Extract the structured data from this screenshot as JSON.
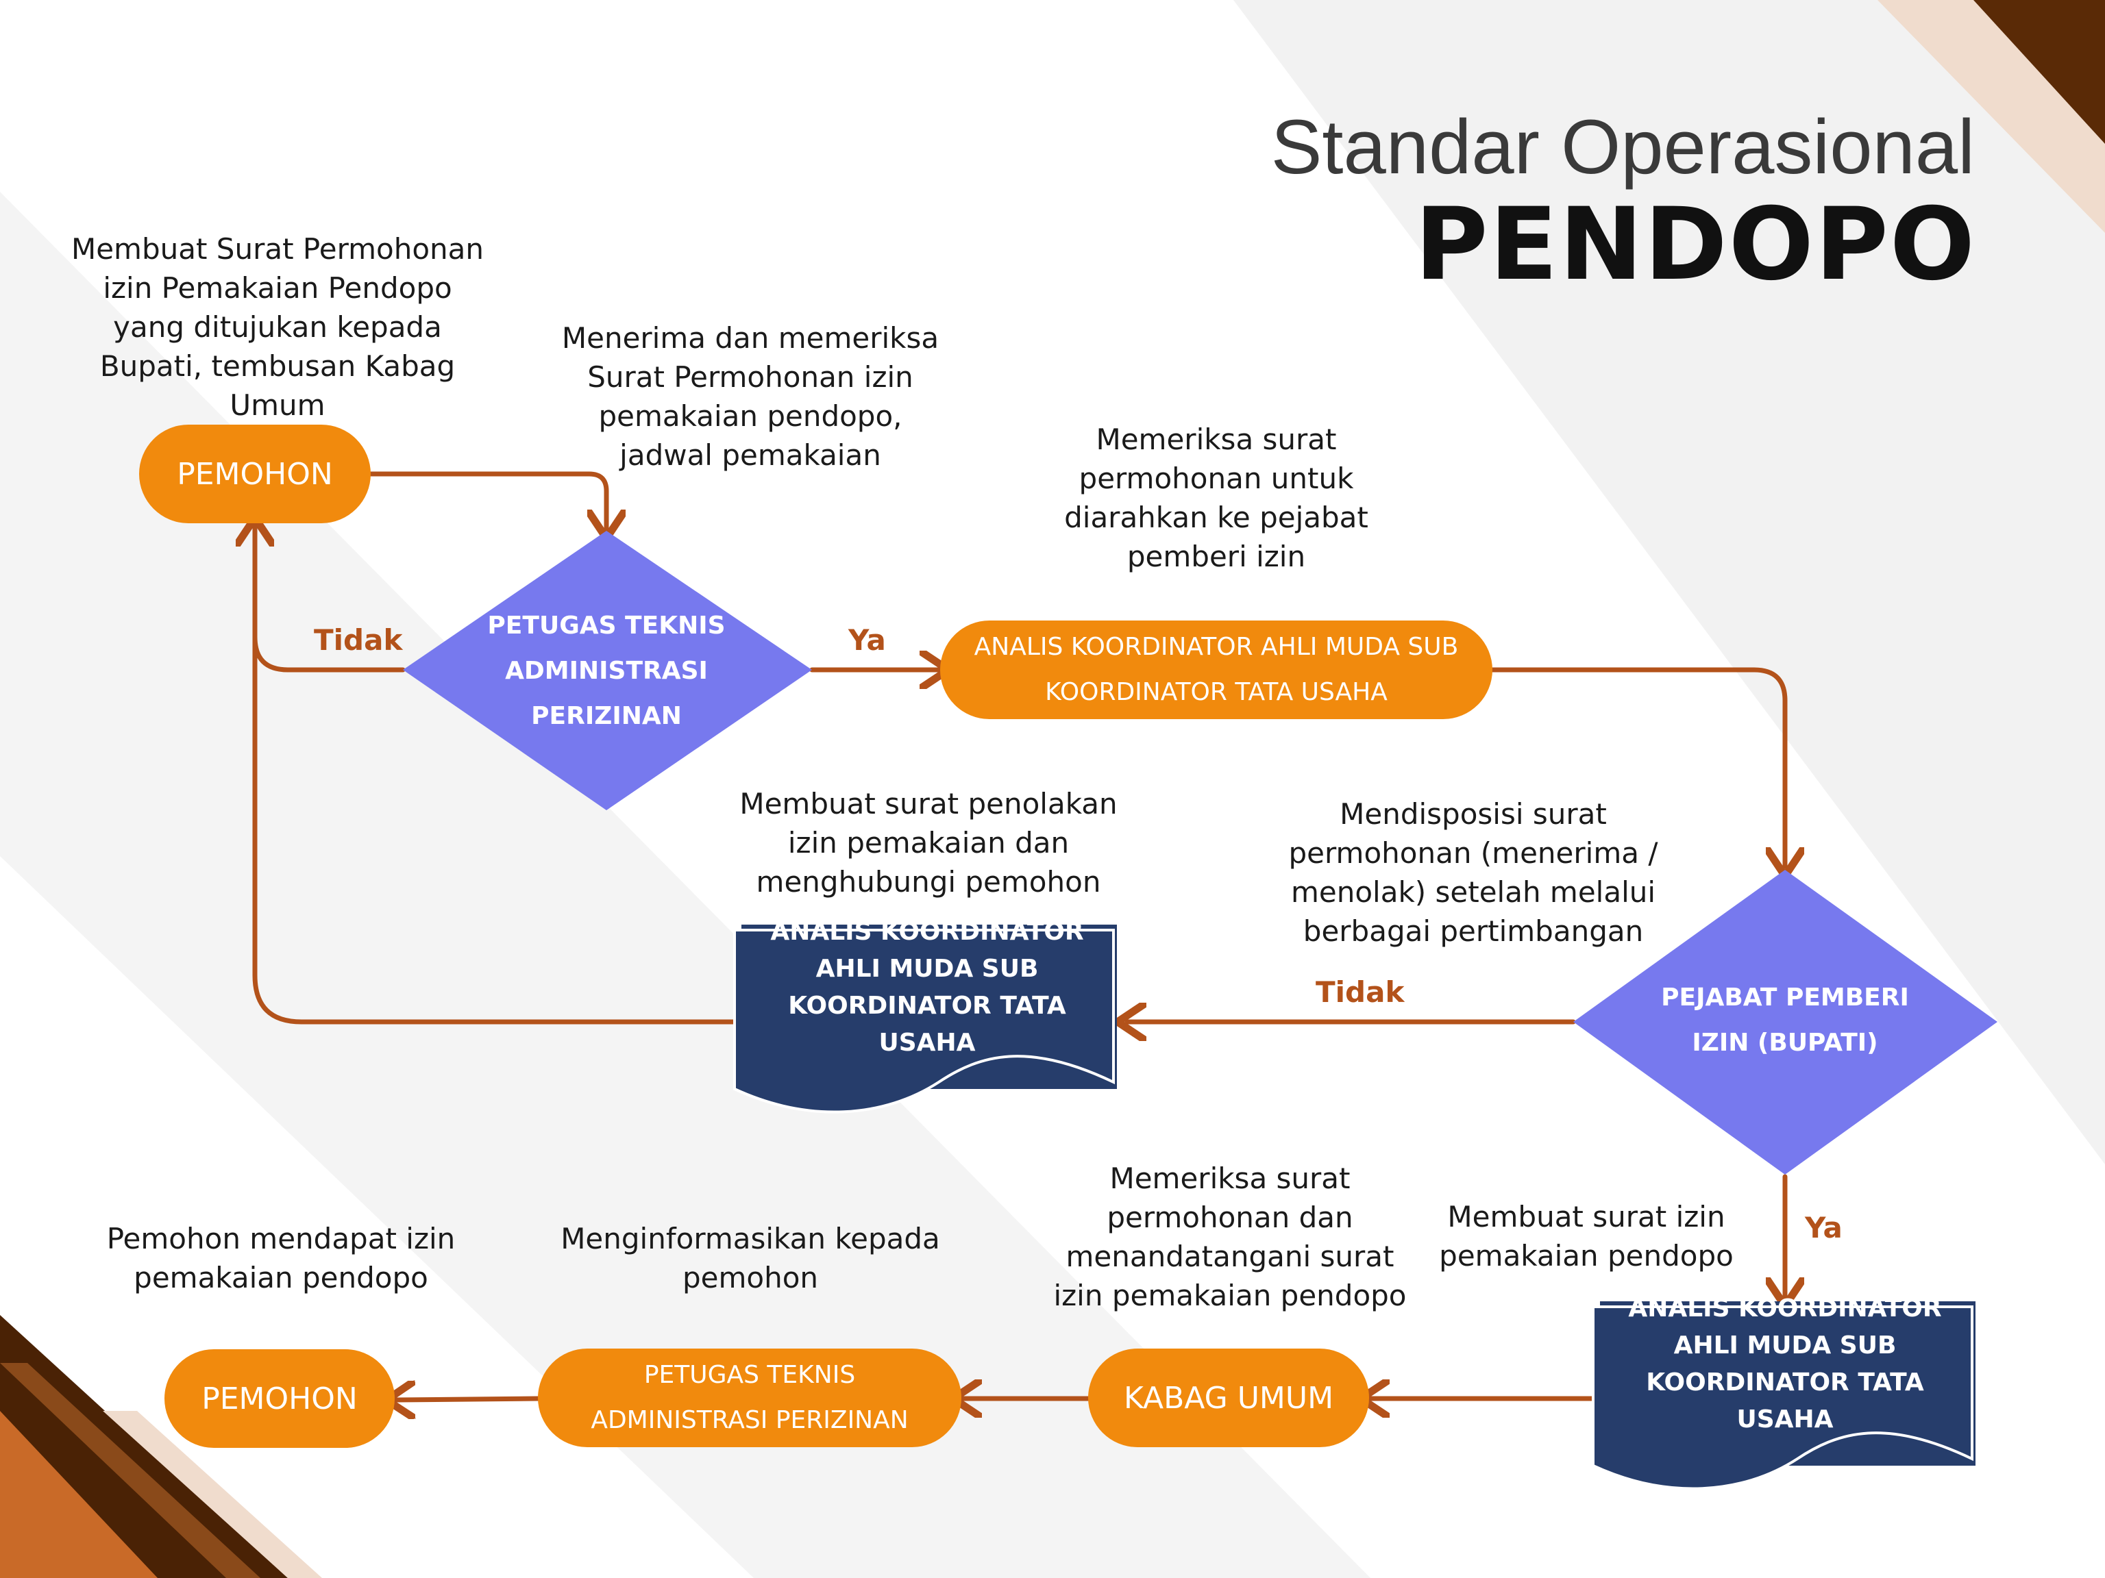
{
  "title": {
    "line1": "Standar Operasional",
    "line2": "PENDOPO"
  },
  "colors": {
    "orange": "#f18a0d",
    "purple": "#7779ee",
    "navy": "#263d6b",
    "arrow": "#b3521a",
    "brown_dark": "#4a2205"
  },
  "nodes": {
    "pemohon_start": "PEMOHON",
    "petugas_diamond": "PETUGAS TEKNIS ADMINISTRASI PERIZINAN",
    "analis_pill": "ANALIS KOORDINATOR AHLI MUDA SUB KOORDINATOR TATA USAHA",
    "analis_doc_reject": "ANALIS KOORDINATOR AHLI MUDA SUB KOORDINATOR TATA USAHA",
    "pejabat_diamond": "PEJABAT PEMBERI IZIN (BUPATI)",
    "analis_doc_permit": "ANALIS KOORDINATOR AHLI MUDA SUB KOORDINATOR TATA USAHA",
    "kabag_umum": "KABAG UMUM",
    "petugas_pill": "PETUGAS TEKNIS ADMINISTRASI PERIZINAN",
    "pemohon_end": "PEMOHON"
  },
  "descriptions": {
    "d1": "Membuat Surat Permohonan izin Pemakaian Pendopo yang ditujukan kepada Bupati, tembusan Kabag Umum",
    "d2": "Menerima dan memeriksa Surat Permohonan izin pemakaian pendopo, jadwal pemakaian",
    "d3": "Memeriksa surat permohonan untuk diarahkan ke pejabat pemberi izin",
    "d4": "Membuat surat penolakan izin pemakaian dan menghubungi pemohon",
    "d5": "Mendisposisi surat permohonan (menerima / menolak) setelah melalui berbagai pertimbangan",
    "d6": "Membuat surat izin pemakaian pendopo",
    "d7": "Memeriksa surat permohonan dan menandatangani surat izin pemakaian pendopo",
    "d8": "Menginformasikan kepada pemohon",
    "d9": "Pemohon mendapat izin pemakaian pendopo"
  },
  "edge_labels": {
    "tidak1": "Tidak",
    "ya1": "Ya",
    "tidak2": "Tidak",
    "ya2": "Ya"
  }
}
